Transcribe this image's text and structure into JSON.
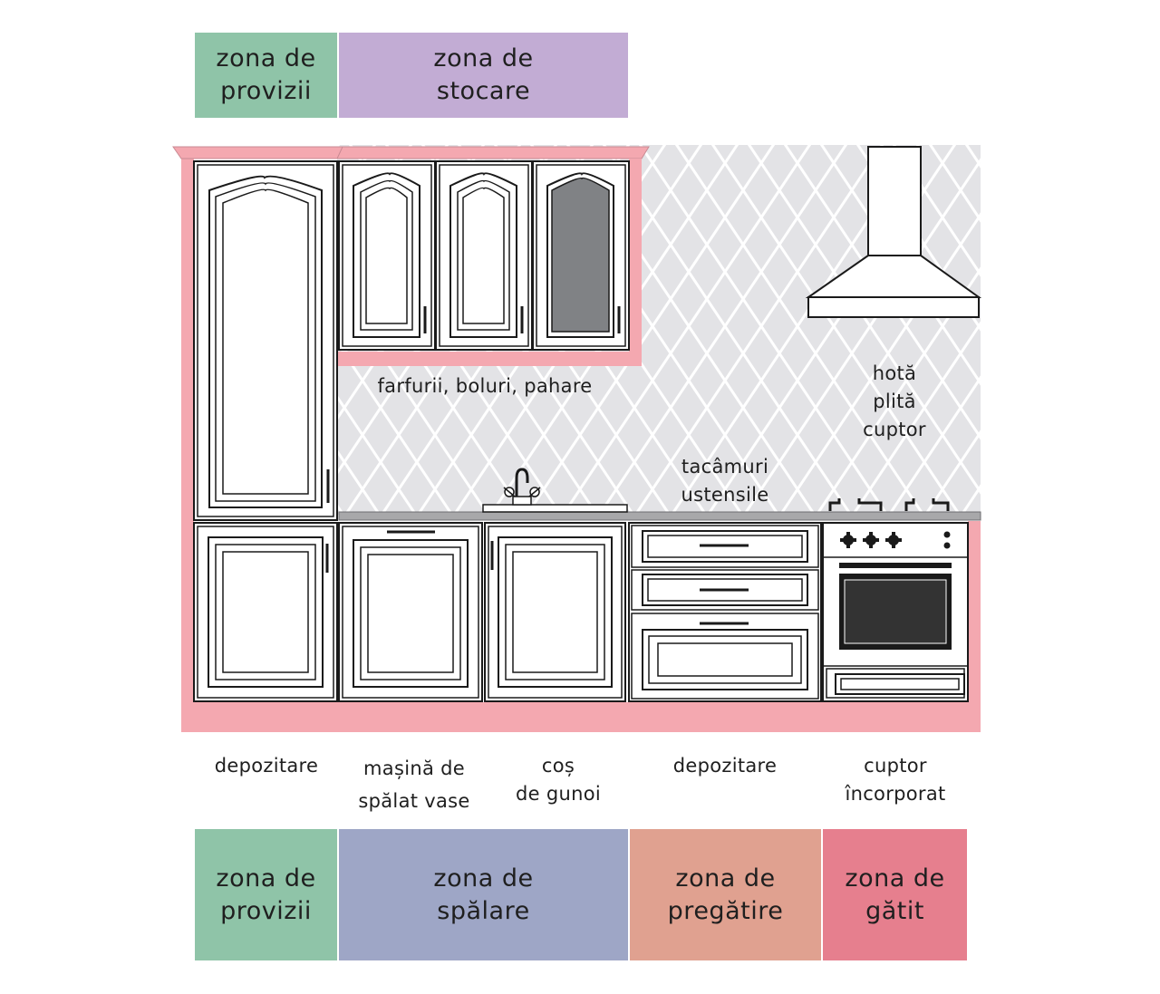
{
  "colors": {
    "provisions": "#8fc4a8",
    "storage": "#c2acd4",
    "washing": "#9ea6c6",
    "preparation": "#e0a190",
    "cooking": "#e67f8e",
    "cabinet_frame": "#f4a8b0",
    "tile_bg": "#e3e3e6",
    "glass": "#808285"
  },
  "top_zones": [
    {
      "id": "provizii",
      "text": "zona de\nprovizii"
    },
    {
      "id": "stocare",
      "text": "zona de\nstocare"
    }
  ],
  "upper_labels": {
    "dishes": "farfurii, boluri, pahare",
    "hood": "hotă\nplită\ncuptor",
    "cutlery": "tacâmuri\nustensile"
  },
  "cabinet_labels": [
    {
      "id": "depozitare1",
      "text": "depozitare"
    },
    {
      "id": "masina",
      "text": "mașină de\nspălat vase"
    },
    {
      "id": "cos",
      "text": "coș\nde gunoi"
    },
    {
      "id": "depozitare2",
      "text": "depozitare"
    },
    {
      "id": "cuptor",
      "text": "cuptor\nîncorporat"
    }
  ],
  "bottom_zones": [
    {
      "id": "provizii",
      "text": "zona de\nprovizii"
    },
    {
      "id": "spalare",
      "text": "zona de\nspălare"
    },
    {
      "id": "pregatire",
      "text": "zona de\npregătire"
    },
    {
      "id": "gatit",
      "text": "zona de\ngătit"
    }
  ]
}
